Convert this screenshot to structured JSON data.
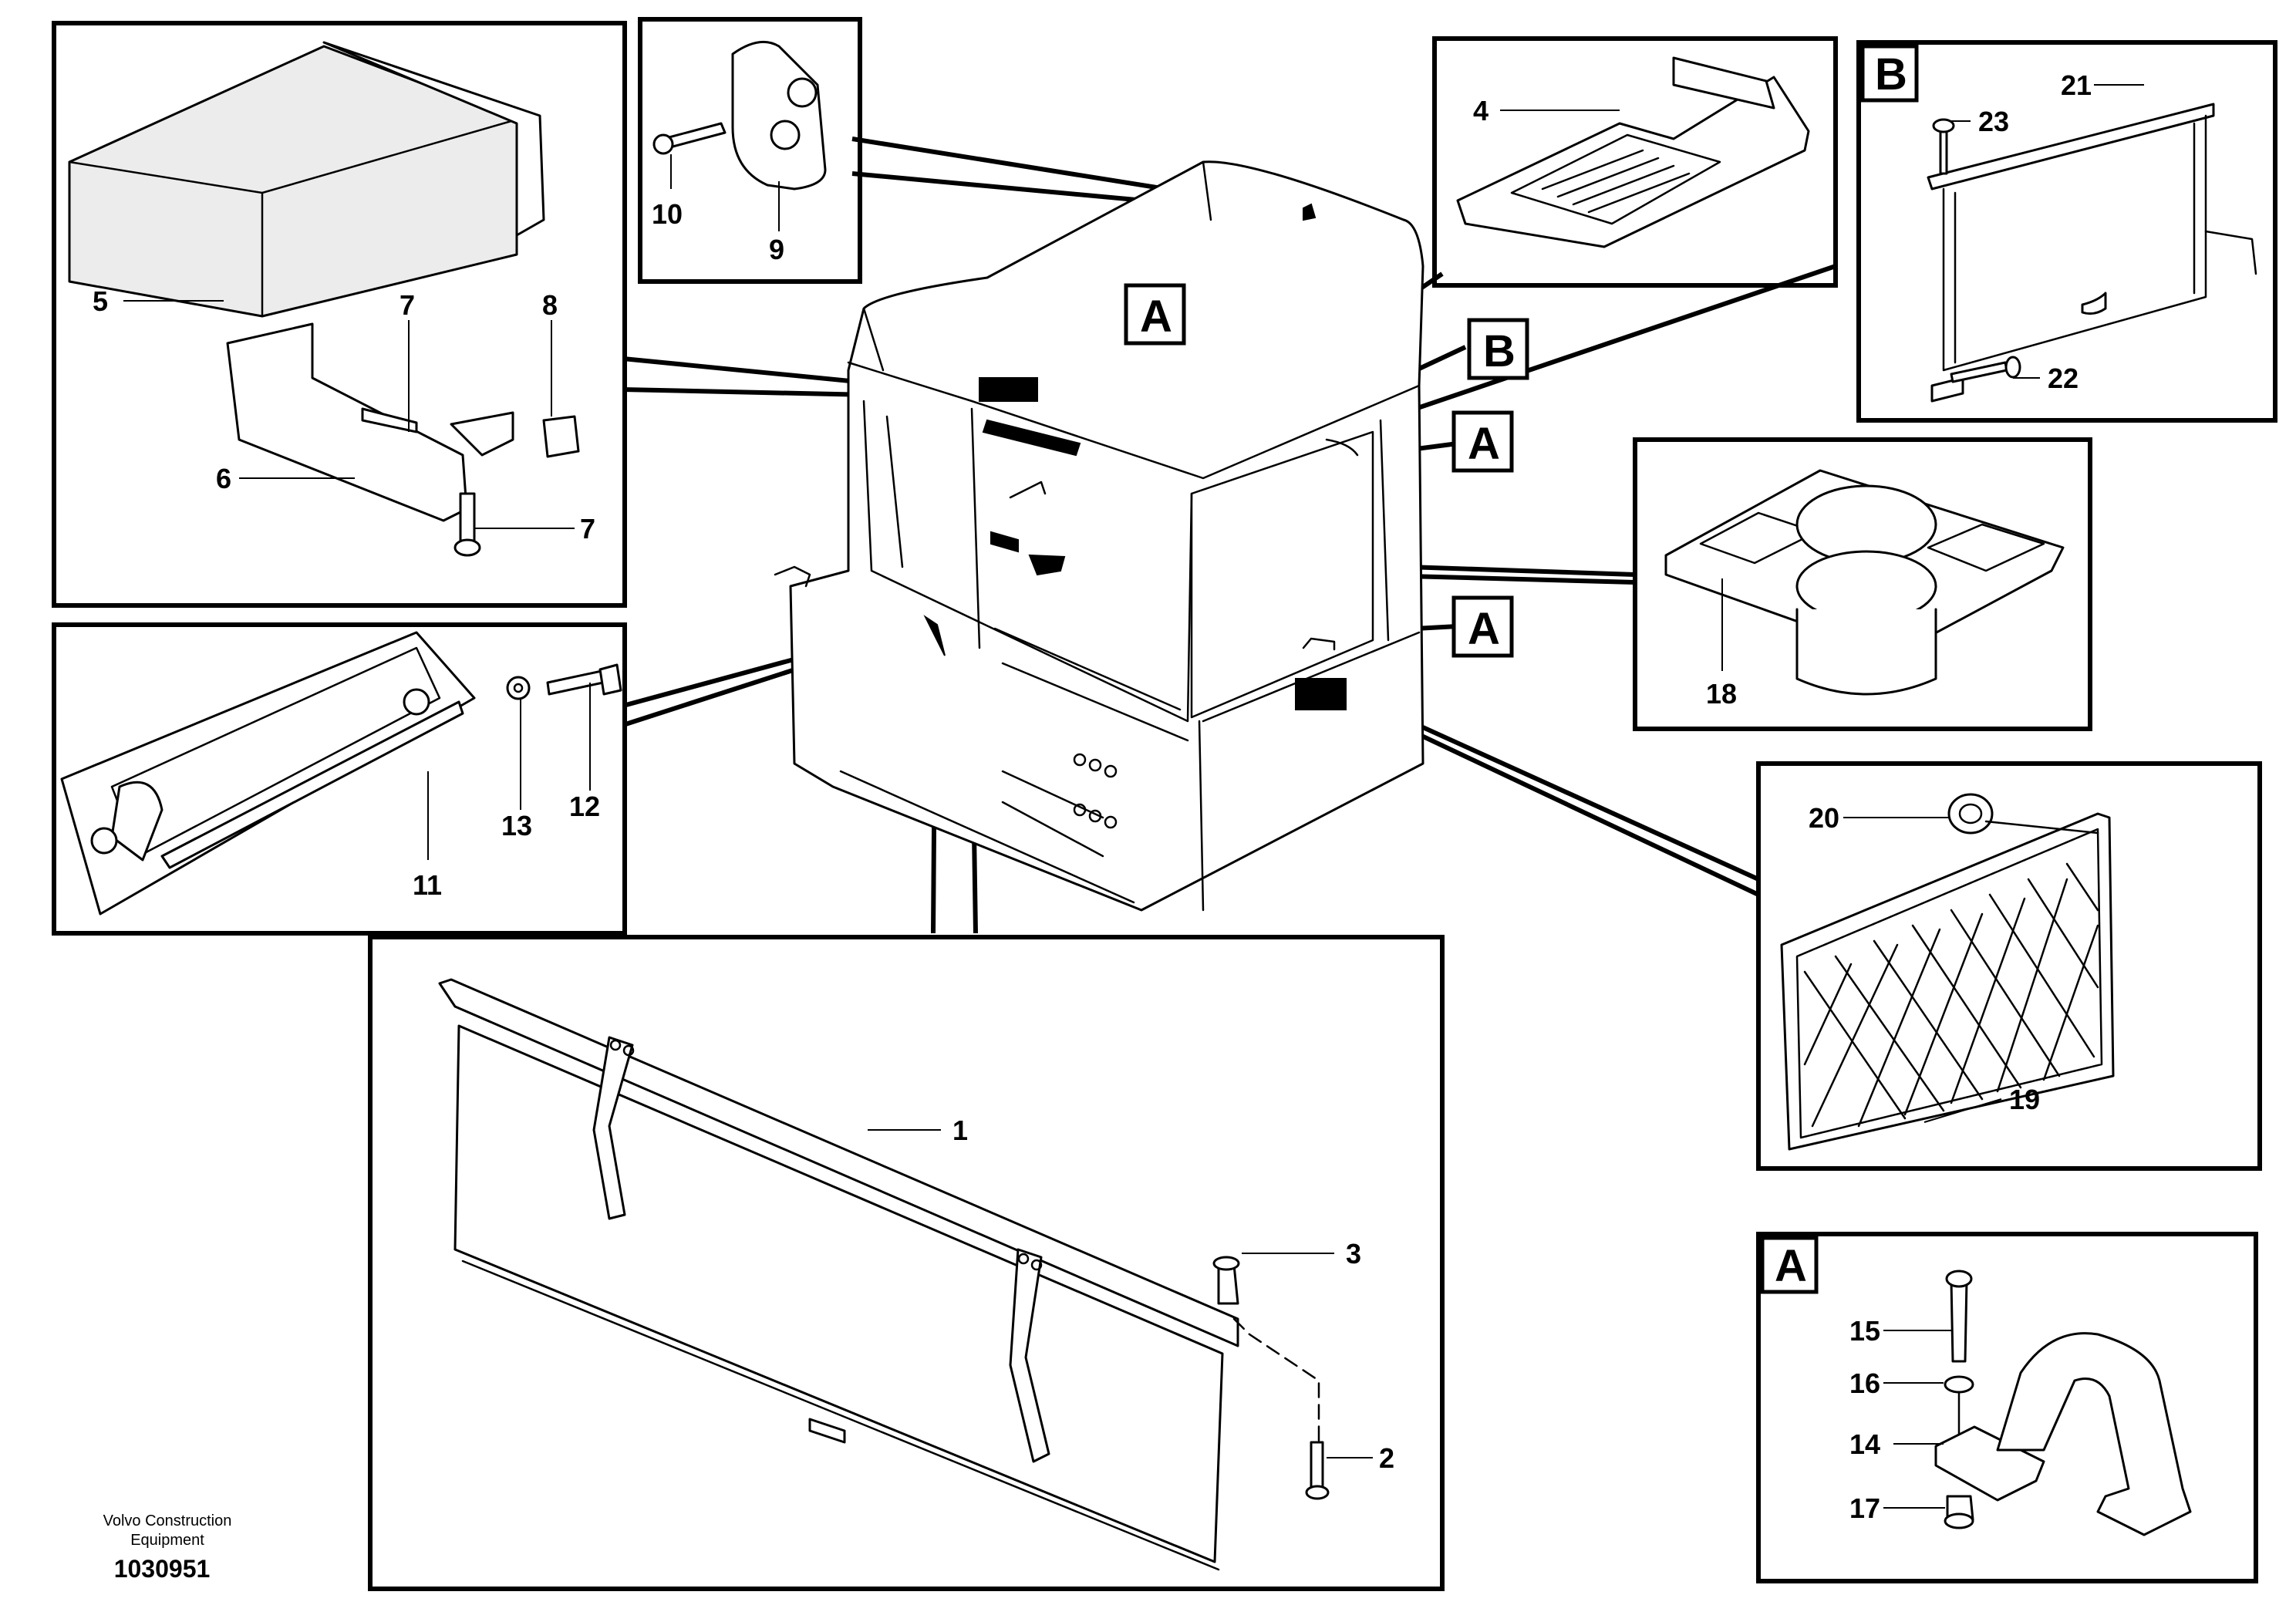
{
  "credit": {
    "line1": "Volvo Construction",
    "line2": "Equipment"
  },
  "document_number": "1030951",
  "callout_letters": {
    "a": "A",
    "b": "B"
  },
  "part_numbers": {
    "p1": "1",
    "p2": "2",
    "p3": "3",
    "p4": "4",
    "p5": "5",
    "p6": "6",
    "p7": "7",
    "p8": "8",
    "p9": "9",
    "p10": "10",
    "p11": "11",
    "p12": "12",
    "p13": "13",
    "p14": "14",
    "p15": "15",
    "p16": "16",
    "p17": "17",
    "p18": "18",
    "p19": "19",
    "p20": "20",
    "p21": "21",
    "p22": "22",
    "p23": "23"
  }
}
